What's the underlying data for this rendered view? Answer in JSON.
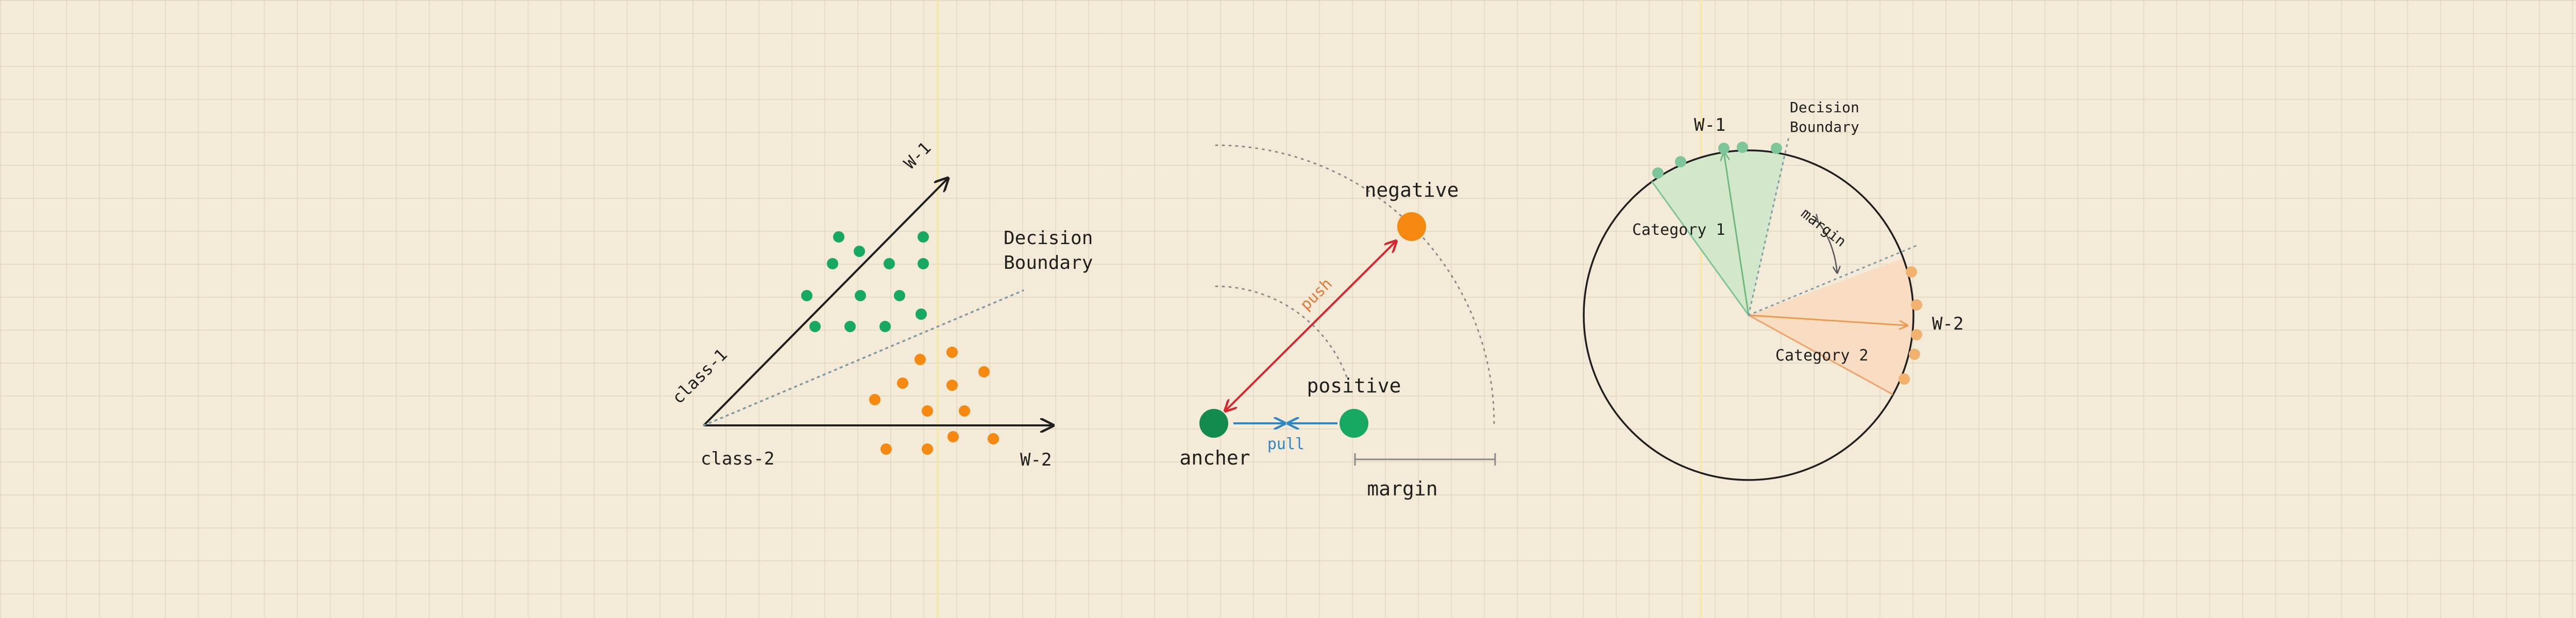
{
  "colors": {
    "green": "#17a862",
    "green_dark": "#138a4e",
    "green_light": "#7fc59a",
    "orange": "#f5890f",
    "orange_light": "#f2b26f",
    "push": "#d8262f",
    "pull": "#2f86c4",
    "ink": "#1f1f1f",
    "boundary": "#7d9aa8",
    "sector_green": "#cfe8c9",
    "sector_orange": "#f8dcc0"
  },
  "panel1": {
    "axis_w1": "W-1",
    "axis_w2": "W-2",
    "label_class1": "class-1",
    "label_class2": "class-2",
    "decision_boundary_line1": "Decision",
    "decision_boundary_line2": "Boundary"
  },
  "panel2": {
    "negative": "negative",
    "positive": "positive",
    "anchor": "ancher",
    "push": "push",
    "pull": "pull",
    "margin": "margin"
  },
  "panel3": {
    "w1": "W-1",
    "w2": "W-2",
    "decision_boundary_line1": "Decision",
    "decision_boundary_line2": "Boundary",
    "margin": "margin",
    "category1": "Category 1",
    "category2": "Category 2"
  }
}
